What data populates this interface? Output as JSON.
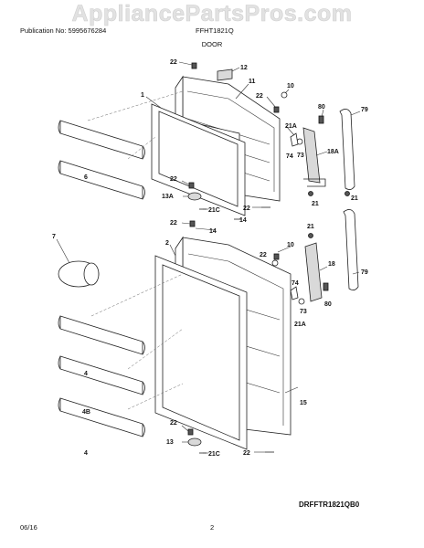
{
  "watermark": "AppliancePartsPros.com",
  "header": {
    "publication": "Publication No: 5995676284",
    "model": "FFHT1821Q",
    "section": "DOOR"
  },
  "diagram_code": "DRFFTR1821QB0",
  "footer": {
    "date": "06/16",
    "page": "2"
  },
  "labels": {
    "l22a": "22",
    "l12": "12",
    "l11": "11",
    "l1": "1",
    "l10a": "10",
    "l22b": "22",
    "l80a": "80",
    "l79a": "79",
    "l21Aa": "21A",
    "l74a": "74",
    "l73a": "73",
    "l18A": "18A",
    "l6": "6",
    "l22c": "22",
    "l13A": "13A",
    "l21Ca": "21C",
    "l21a": "21",
    "l21b": "21",
    "l22d": "22",
    "l14a": "14",
    "l14b": "14",
    "l22e": "22",
    "l2": "2",
    "l7": "7",
    "l22f": "22",
    "l10b": "10",
    "l21c": "21",
    "l18": "18",
    "l79b": "79",
    "l74b": "74",
    "l80b": "80",
    "l73b": "73",
    "l21Ab": "21A",
    "l4a": "4",
    "l4B": "4B",
    "l15": "15",
    "l22g": "22",
    "l13": "13",
    "l21Cb": "21C",
    "l4b": "4",
    "l22h": "22"
  }
}
